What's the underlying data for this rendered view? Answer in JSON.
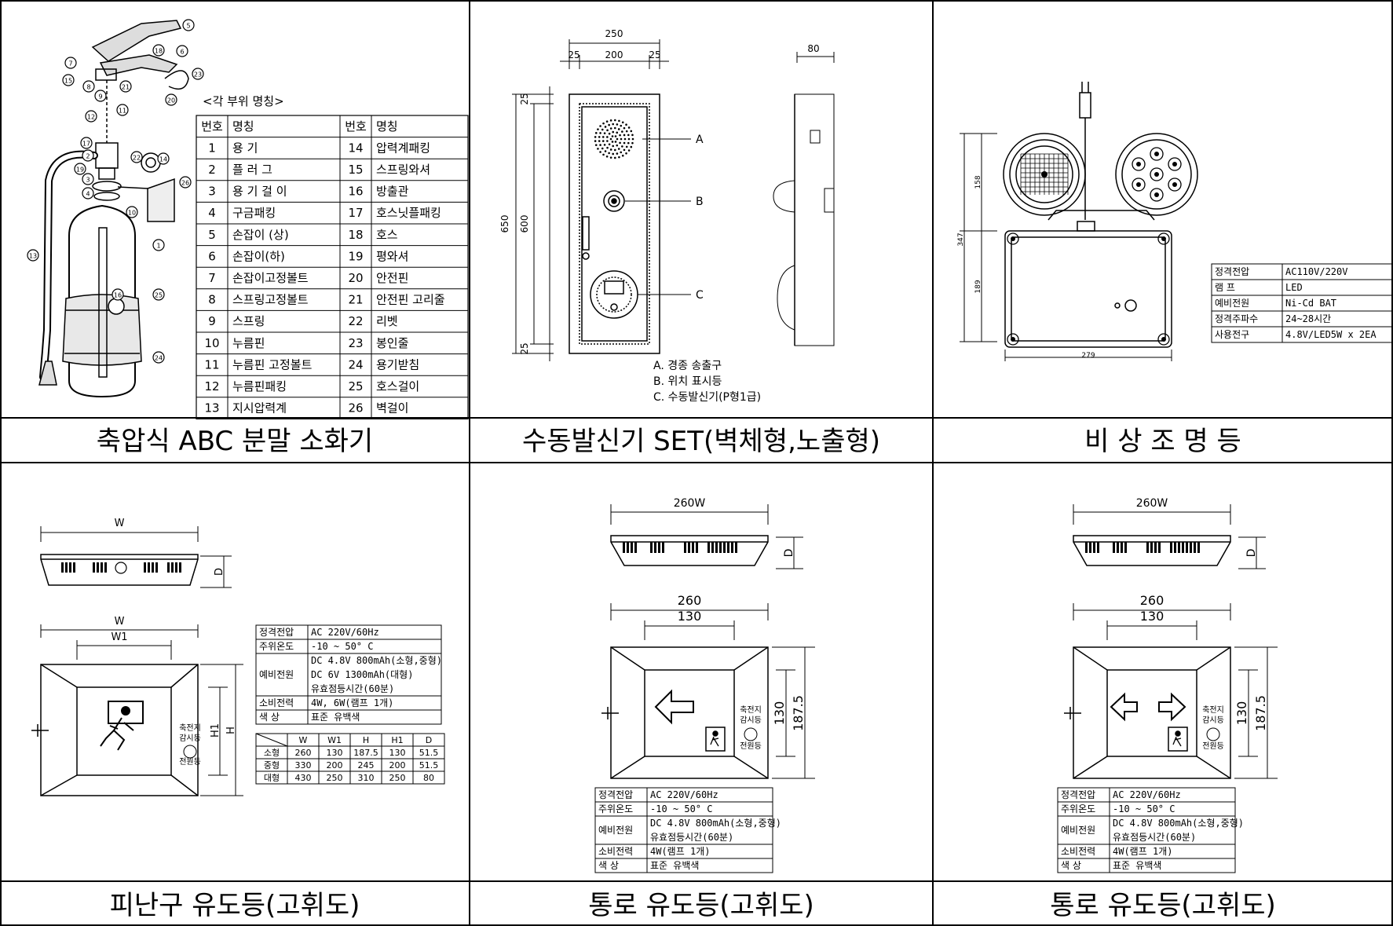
{
  "titles": {
    "p1": "축압식 ABC 분말 소화기",
    "p2": "수동발신기 SET(벽체형,노출형)",
    "p3": "비 상 조 명 등",
    "p4": "피난구 유도등(고휘도)",
    "p5": "통로 유도등(고휘도)",
    "p6": "통로 유도등(고휘도)"
  },
  "extinguisher": {
    "caption": "<각 부위 명칭>",
    "head_no": "번호",
    "head_name": "명칭",
    "parts": [
      [
        "1",
        "용 기"
      ],
      [
        "2",
        "플 러 그"
      ],
      [
        "3",
        "용 기 걸 이"
      ],
      [
        "4",
        "구금패킹"
      ],
      [
        "5",
        "손잡이 (상)"
      ],
      [
        "6",
        "손잡이(하)"
      ],
      [
        "7",
        "손잡이고정볼트"
      ],
      [
        "8",
        "스프링고정볼트"
      ],
      [
        "9",
        "스프링"
      ],
      [
        "10",
        "누름핀"
      ],
      [
        "11",
        "누름핀 고정볼트"
      ],
      [
        "12",
        "누름핀패킹"
      ],
      [
        "13",
        "지시압력계"
      ],
      [
        "14",
        "압력계패킹"
      ],
      [
        "15",
        "스프링와셔"
      ],
      [
        "16",
        "방출관"
      ],
      [
        "17",
        "호스닛플패킹"
      ],
      [
        "18",
        "호스"
      ],
      [
        "19",
        "평와셔"
      ],
      [
        "20",
        "안전핀"
      ],
      [
        "21",
        "안전핀 고리줄"
      ],
      [
        "22",
        "리벳"
      ],
      [
        "23",
        "봉인줄"
      ],
      [
        "24",
        "용기받침"
      ],
      [
        "25",
        "호스걸이"
      ],
      [
        "26",
        "벽걸이"
      ]
    ],
    "callouts": [
      "1",
      "2",
      "3",
      "4",
      "5",
      "6",
      "7",
      "8",
      "9",
      "10",
      "11",
      "12",
      "13",
      "14",
      "15",
      "16",
      "17",
      "18",
      "19",
      "20",
      "21",
      "22",
      "23",
      "24",
      "25",
      "26"
    ]
  },
  "transmitter": {
    "dims": {
      "w_total": "250",
      "w_inner": "200",
      "w_side": "25",
      "h_total": "650",
      "h_inner": "600",
      "h_side": "25",
      "depth": "80"
    },
    "labels": [
      "A",
      "B",
      "C"
    ],
    "legend": [
      "A. 경종 송출구",
      "B. 위치 표시등",
      "C. 수동발신기(P형1급)"
    ]
  },
  "emergency_light": {
    "dims": {
      "h_total": "347",
      "h_top": "158",
      "h_bottom": "189",
      "width": "279"
    },
    "specs": [
      [
        "정격전압",
        "AC110V/220V"
      ],
      [
        "램      프",
        "LED"
      ],
      [
        "예비전원",
        "Ni-Cd BAT"
      ],
      [
        "정격주파수",
        "24~28시간"
      ],
      [
        "사용전구",
        "4.8V/LED5W x 2EA"
      ]
    ]
  },
  "exit_sign": {
    "dim_labels": {
      "w": "W",
      "w1": "W1",
      "d": "D",
      "h": "H",
      "h1": "H1"
    },
    "badge": [
      "축전지",
      "감시등",
      "전원등"
    ],
    "specs": [
      [
        "정격전압",
        "AC 220V/60Hz"
      ],
      [
        "주위온도",
        "-10 ~ 50° C"
      ],
      [
        "예비전원",
        "DC 4.8V 800mAh(소형,중형)|DC 6V 1300mAh(대형)|유효점등시간(60분)"
      ],
      [
        "소비전력",
        "4W, 6W(램프 1개)"
      ],
      [
        "색    상",
        "표준 유백색"
      ]
    ],
    "size_header": [
      "",
      "W",
      "W1",
      "H",
      "H1",
      "D"
    ],
    "sizes": [
      [
        "소형",
        "260",
        "130",
        "187.5",
        "130",
        "51.5"
      ],
      [
        "중형",
        "330",
        "200",
        "245",
        "200",
        "51.5"
      ],
      [
        "대형",
        "430",
        "250",
        "310",
        "250",
        "80"
      ]
    ]
  },
  "aisle_sign": {
    "top_width": "260W",
    "depth": "D",
    "width": "260",
    "inner": "130",
    "h_inner": "130",
    "h_total": "187.5",
    "badge": [
      "축전지",
      "감시등",
      "전원등"
    ],
    "specs": [
      [
        "정격전압",
        "AC 220V/60Hz"
      ],
      [
        "주위온도",
        "-10 ~ 50° C"
      ],
      [
        "예비전원",
        "DC 4.8V 800mAh(소형,중형)|유효점등시간(60분)"
      ],
      [
        "소비전력",
        "4W(램프 1개)"
      ],
      [
        "색    상",
        "표준 유백색"
      ]
    ]
  }
}
